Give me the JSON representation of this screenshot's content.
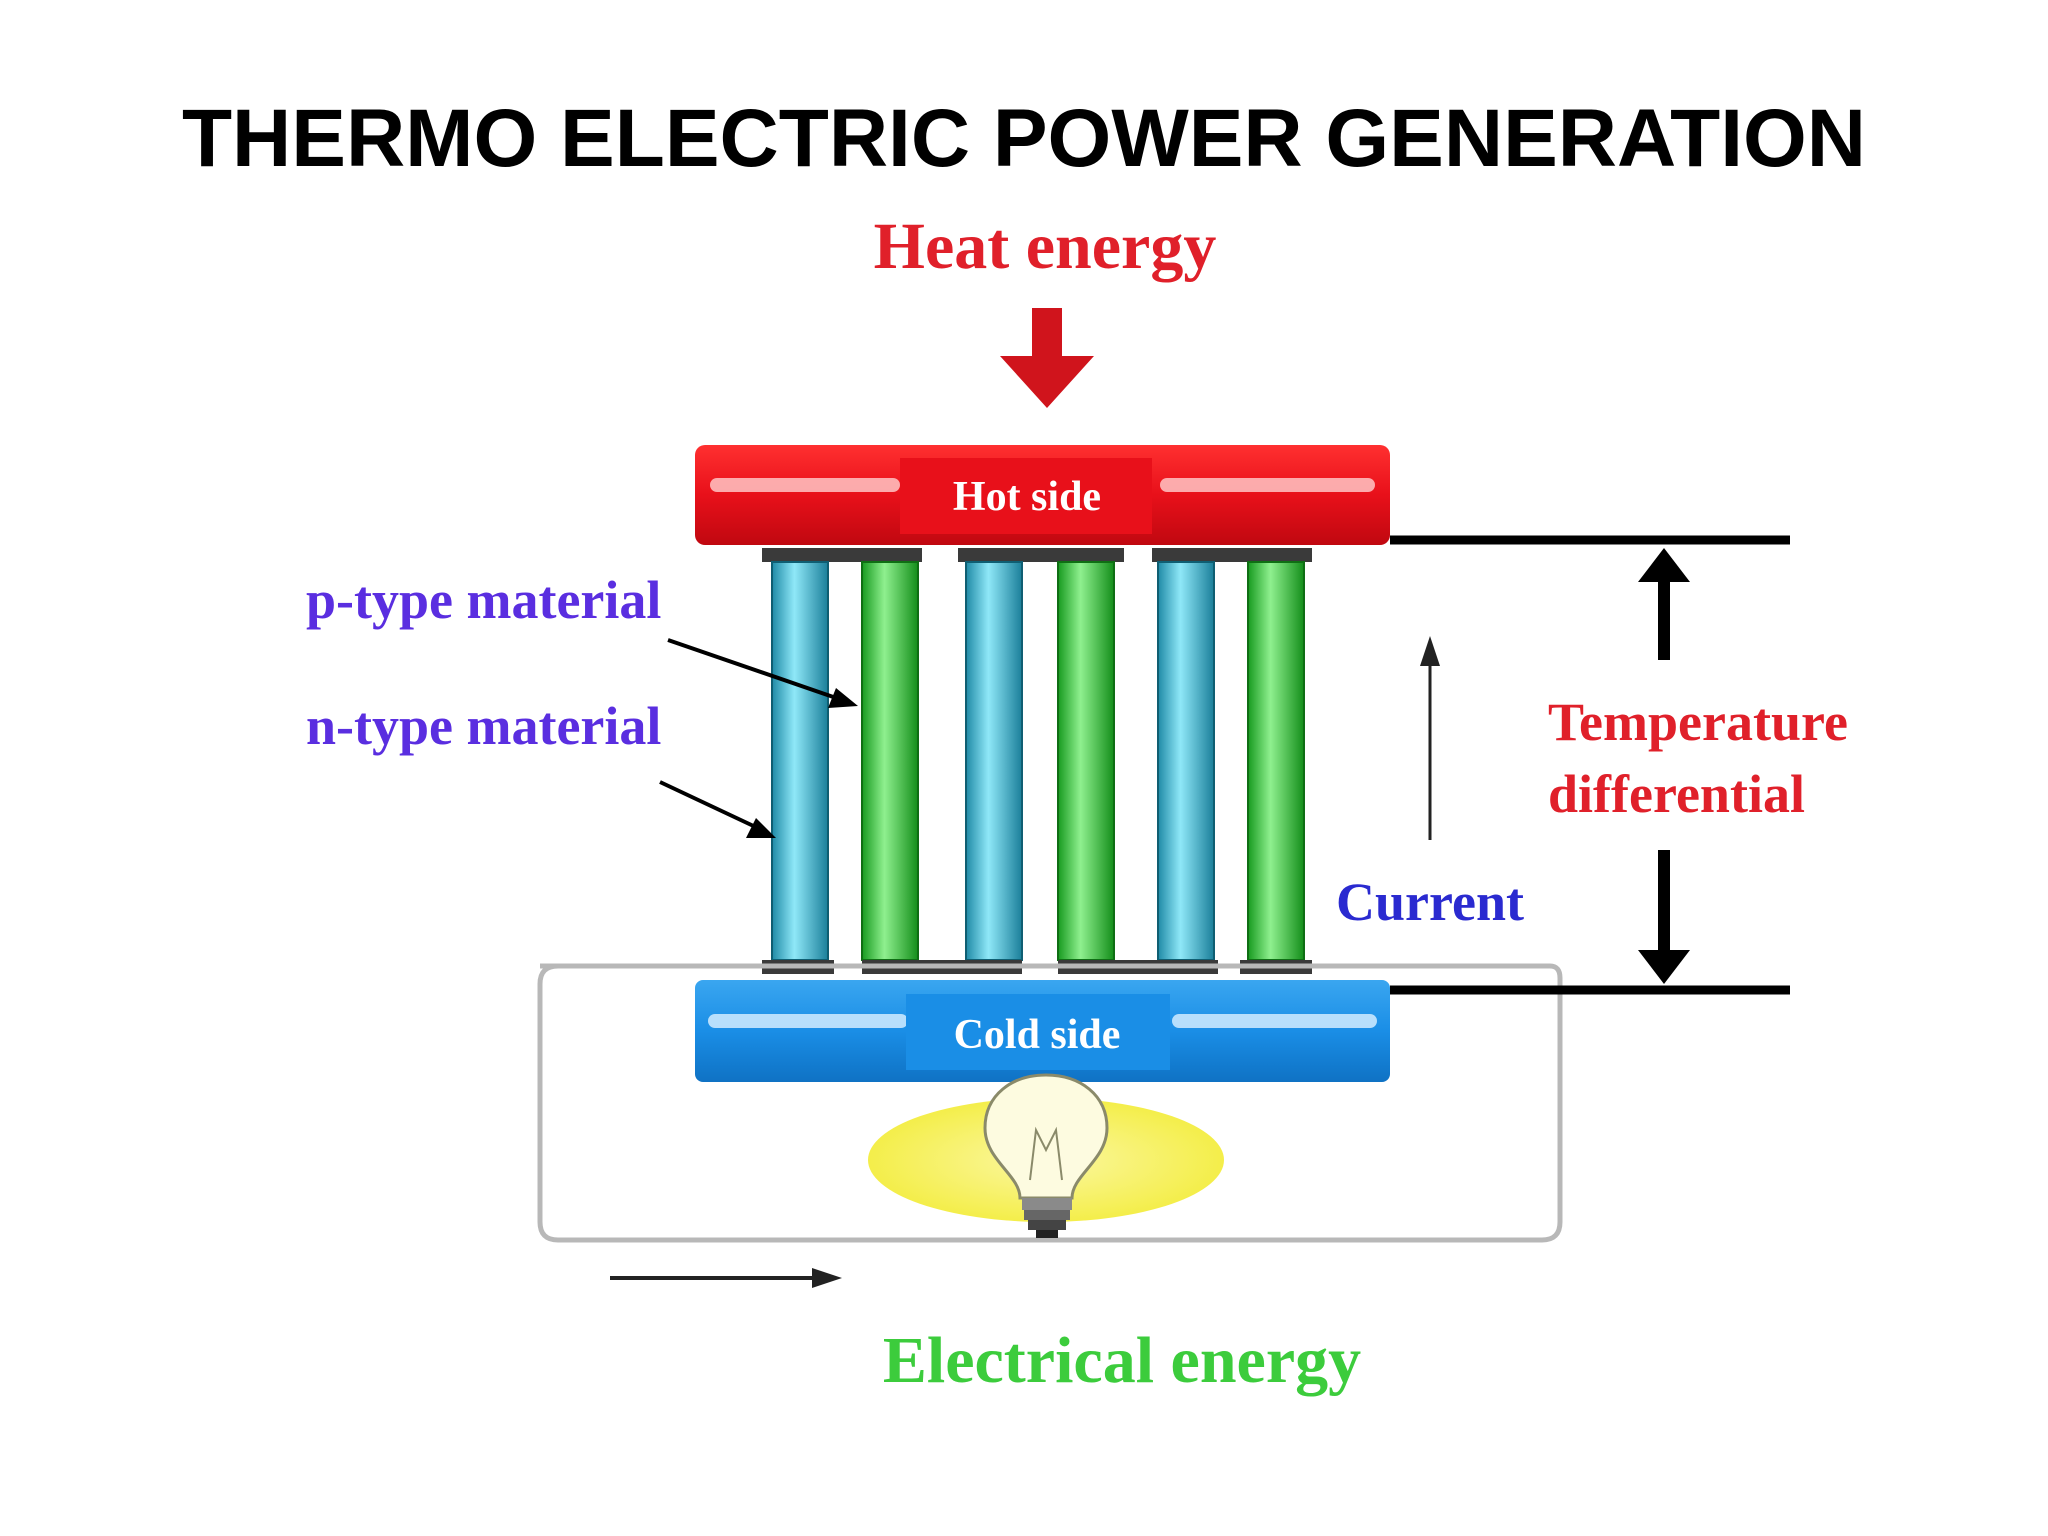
{
  "slide": {
    "title": "THERMO ELECTRIC POWER GENERATION"
  },
  "diagram": {
    "heat_energy_label": "Heat energy",
    "hot_side_label": "Hot side",
    "cold_side_label": "Cold side",
    "p_type_label": "p-type material",
    "n_type_label": "n-type material",
    "current_label": "Current",
    "temperature_label_line1": "Temperature",
    "temperature_label_line2": "differential",
    "electrical_energy_label": "Electrical energy",
    "colors": {
      "hot_side": "#e8101a",
      "cold_side": "#1a8ee6",
      "heat_label": "#e0202a",
      "material_labels": "#5a2ee0",
      "current_label": "#2a2ad0",
      "electrical_label": "#3ccc3c",
      "n_leg": "#4fc6e0",
      "p_leg": "#3ccf3c",
      "bulb_glow": "#f4ee4a"
    }
  }
}
